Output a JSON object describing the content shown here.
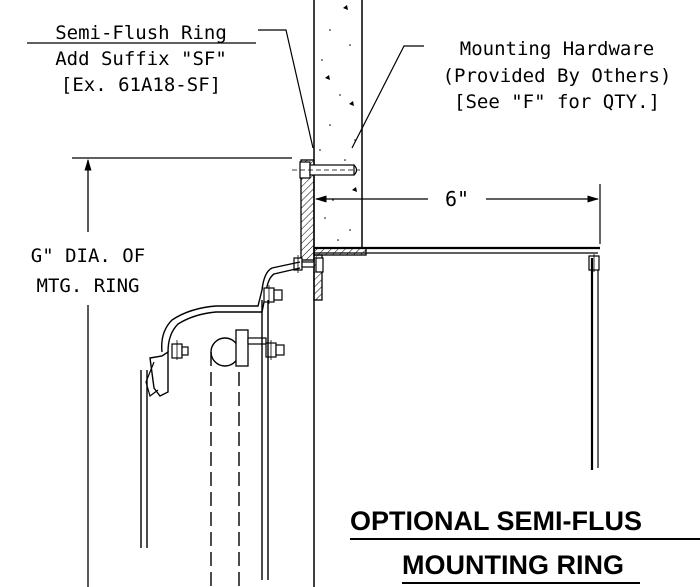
{
  "callouts": {
    "semi_flush": {
      "title": "Semi-Flush Ring",
      "line2": "Add Suffix \"SF\"",
      "line3": "[Ex. 61A18-SF]"
    },
    "hardware": {
      "line1": "Mounting Hardware",
      "line2": "(Provided By Others)",
      "line3": "[See \"F\" for QTY.]"
    }
  },
  "dimensions": {
    "depth": "6\"",
    "dia_line1": "G\" DIA. OF",
    "dia_line2": "MTG. RING"
  },
  "title": {
    "line1": "OPTIONAL SEMI-FLUS",
    "line2": "MOUNTING RING"
  }
}
